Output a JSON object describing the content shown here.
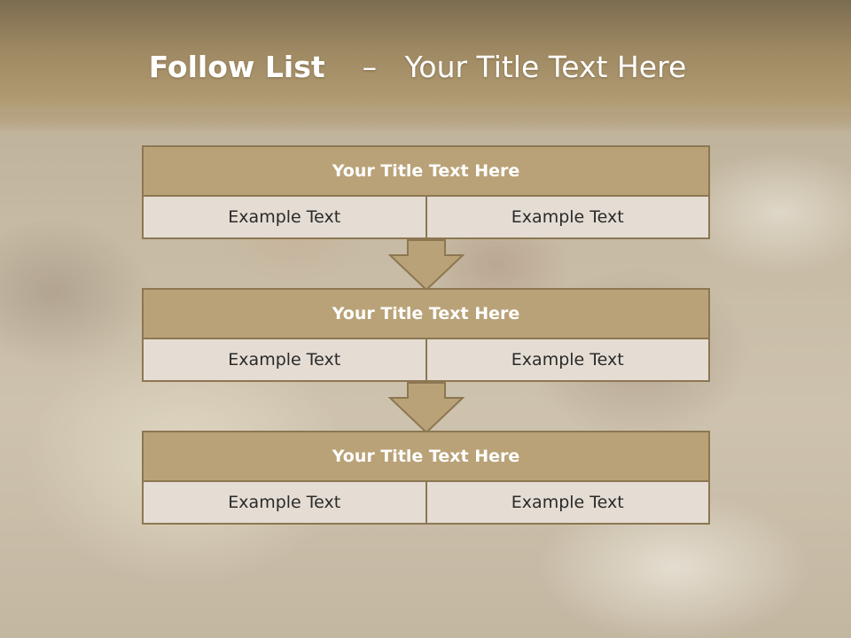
{
  "slide": {
    "title_bold": "Follow List",
    "title_sep": "–",
    "title_rest": "Your Title Text Here"
  },
  "steps": [
    {
      "title": "Your Title Text Here",
      "left": "Example Text",
      "right": "Example Text"
    },
    {
      "title": "Your Title Text Here",
      "left": "Example Text",
      "right": "Example Text"
    },
    {
      "title": "Your Title Text Here",
      "left": "Example Text",
      "right": "Example Text"
    }
  ],
  "colors": {
    "header_band": "#9f8a63",
    "box_title_fill": "#b9a277",
    "box_border": "#8c7752",
    "cell_fill": "#e5ddd3",
    "arrow_fill": "#b9a277"
  },
  "icons": [
    "down-arrow-icon",
    "down-arrow-icon"
  ]
}
